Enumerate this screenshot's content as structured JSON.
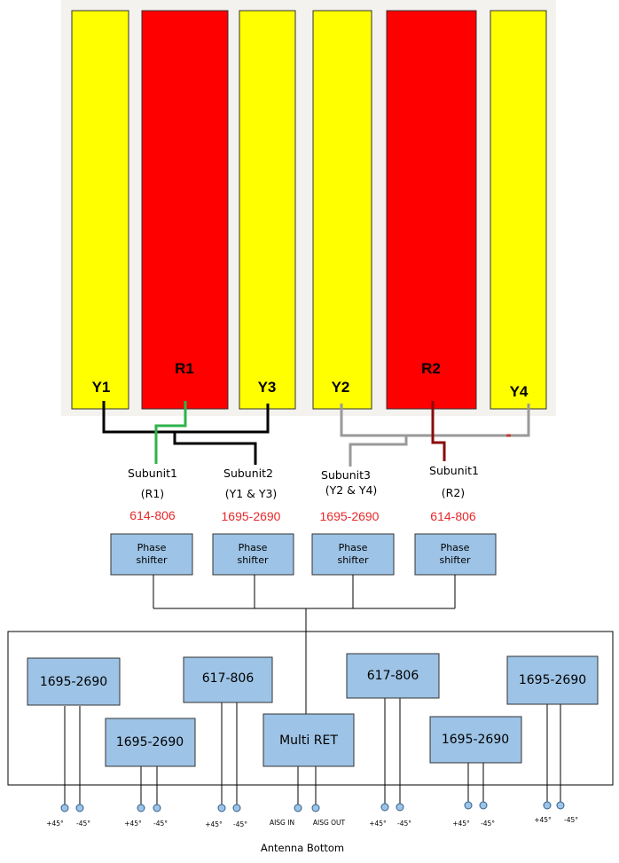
{
  "columns": [
    {
      "label": "Y1",
      "color": "#ffff00"
    },
    {
      "label": "R1",
      "color": "#ff0000"
    },
    {
      "label": "Y3",
      "color": "#ffff00"
    },
    {
      "label": "Y2",
      "color": "#ffff00"
    },
    {
      "label": "R2",
      "color": "#ff0000"
    },
    {
      "label": "Y4",
      "color": "#ffff00"
    }
  ],
  "subunits": [
    {
      "name": "Subunit1",
      "group": "(R1)",
      "freq": "614-806"
    },
    {
      "name": "Subunit2",
      "group": "(Y1 & Y3)",
      "freq": "1695-2690"
    },
    {
      "name": "Subunit3",
      "group": "(Y2 & Y4)",
      "freq": "1695-2690"
    },
    {
      "name": "Subunit1",
      "group": "(R2)",
      "freq": "614-806"
    }
  ],
  "phase_shifters": [
    {
      "line1": "Phase",
      "line2": "shifter"
    },
    {
      "line1": "Phase",
      "line2": "shifter"
    },
    {
      "line1": "Phase",
      "line2": "shifter"
    },
    {
      "line1": "Phase",
      "line2": "shifter"
    }
  ],
  "bottom_boxes": [
    {
      "label": "1695-2690"
    },
    {
      "label": "1695-2690"
    },
    {
      "label": "617-806"
    },
    {
      "label": "Multi RET"
    },
    {
      "label": "617-806"
    },
    {
      "label": "1695-2690"
    },
    {
      "label": "1695-2690"
    }
  ],
  "ports": [
    "+45°",
    "-45°",
    "+45°",
    "-45°",
    "+45°",
    "-45°",
    "AISG IN",
    "AISG OUT",
    "+45°",
    "-45°",
    "+45°",
    "-45°",
    "+45°",
    "-45°"
  ],
  "caption": "Antenna Bottom",
  "colors": {
    "yellow": "#ffff00",
    "red": "#ff0000",
    "panel_bg": "#f3f2ee",
    "box_fill": "#9dc3e6",
    "freq_red": "#e8282b",
    "wire_green": "#2eb24a",
    "wire_gray": "#999999",
    "wire_darkred": "#8b0a0a",
    "wire_black": "#000000"
  }
}
